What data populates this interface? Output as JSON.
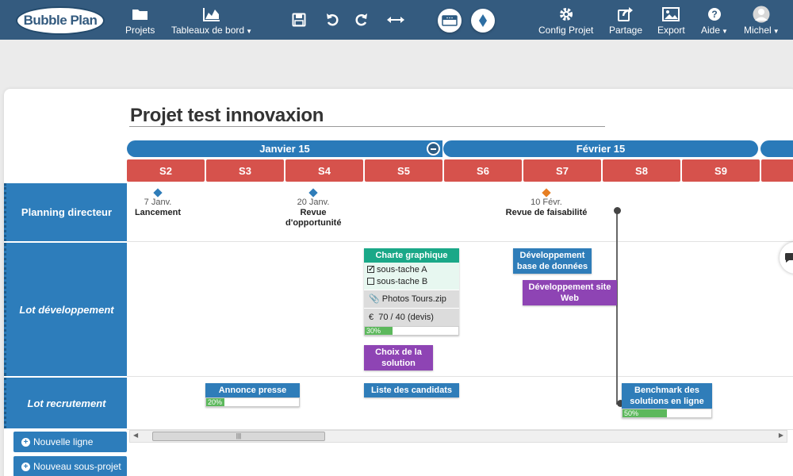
{
  "app": {
    "logo_text": "Bubble Plan"
  },
  "nav": {
    "projets": "Projets",
    "tableaux": "Tableaux de bord",
    "config": "Config Projet",
    "partage": "Partage",
    "export": "Export",
    "aide": "Aide",
    "user": "Michel"
  },
  "project": {
    "title": "Projet test innovaxion"
  },
  "timeline": {
    "months": [
      "Janvier 15",
      "Février 15"
    ],
    "weeks": [
      "S2",
      "S3",
      "S4",
      "S5",
      "S6",
      "S7",
      "S8",
      "S9"
    ]
  },
  "rows": [
    "Planning directeur",
    "Lot développement",
    "Lot recrutement"
  ],
  "milestones": [
    {
      "date": "7 Janv.",
      "title": "Lancement",
      "color": "#2f7db9"
    },
    {
      "date": "20 Janv.",
      "title": "Revue d'opportunité",
      "color": "#2f7db9"
    },
    {
      "date": "10 Févr.",
      "title": "Revue de faisabilité",
      "color": "#e67e22"
    }
  ],
  "tasks": {
    "charte": {
      "title": "Charte graphique",
      "subtasks": [
        {
          "label": "sous-tache A",
          "checked": true
        },
        {
          "label": "sous-tache B",
          "checked": false
        }
      ],
      "attachment": "Photos Tours.zip",
      "budget": "70 / 40 (devis)",
      "progress_label": "30%",
      "progress": 30
    },
    "choix": {
      "title": "Choix de la solution"
    },
    "dev_bdd": {
      "title": "Développement base de données"
    },
    "dev_web": {
      "title": "Développement site Web"
    },
    "annonce": {
      "title": "Annonce presse",
      "progress_label": "20%",
      "progress": 20
    },
    "liste": {
      "title": "Liste des candidats"
    },
    "benchmark": {
      "title": "Benchmark des solutions en ligne",
      "progress_label": "50%",
      "progress": 50
    }
  },
  "sidebar": {
    "new_line": "Nouvelle ligne",
    "new_subproject": "Nouveau sous-projet"
  },
  "colors": {
    "topbar": "#345b7f",
    "month": "#2a7ab9",
    "week": "#d6524c",
    "task_blue": "#2f7db9",
    "task_purple": "#8e44b4",
    "task_green": "#1aa888",
    "progress": "#5cb85c"
  },
  "icons": [
    "folder-icon",
    "area-chart-icon",
    "save-icon",
    "undo-icon",
    "redo-icon",
    "resize-horizontal-icon",
    "view-card-icon",
    "milestone-diamond-icon",
    "gear-icon",
    "share-icon",
    "image-icon",
    "help-icon",
    "user-avatar-icon",
    "chat-icon"
  ]
}
